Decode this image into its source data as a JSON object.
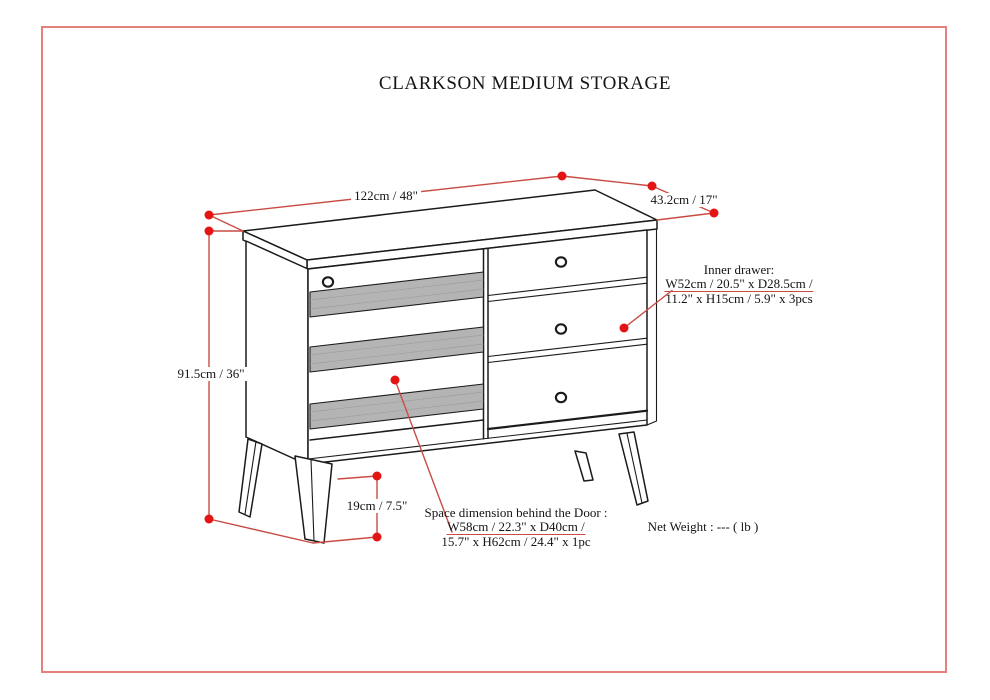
{
  "header": {
    "title": "CLARKSON MEDIUM STORAGE"
  },
  "dimensions": {
    "width": "122cm / 48\"",
    "depth": "43.2cm / 17\"",
    "height": "91.5cm / 36\"",
    "leg_height": "19cm / 7.5\""
  },
  "callouts": {
    "inner_drawer": {
      "line1": "Inner drawer:",
      "line2": "W52cm / 20.5\" x D28.5cm /",
      "line3": "11.2\" x H15cm / 5.9\" x 3pcs"
    },
    "door_space": {
      "line1": "Space dimension behind the Door :",
      "line2": "W58cm / 22.3\" x D40cm /",
      "line3": "15.7\" x H62cm / 24.4\" x 1pc"
    }
  },
  "footer": {
    "net_weight": "Net Weight : --- ( lb )"
  },
  "colors": {
    "dimension_line": "#c94c44",
    "dimension_dot": "#e31414",
    "page_frame": "#e5807c",
    "drawing_line": "#1b1b1b",
    "slat_gray": "#b4b4b4"
  }
}
